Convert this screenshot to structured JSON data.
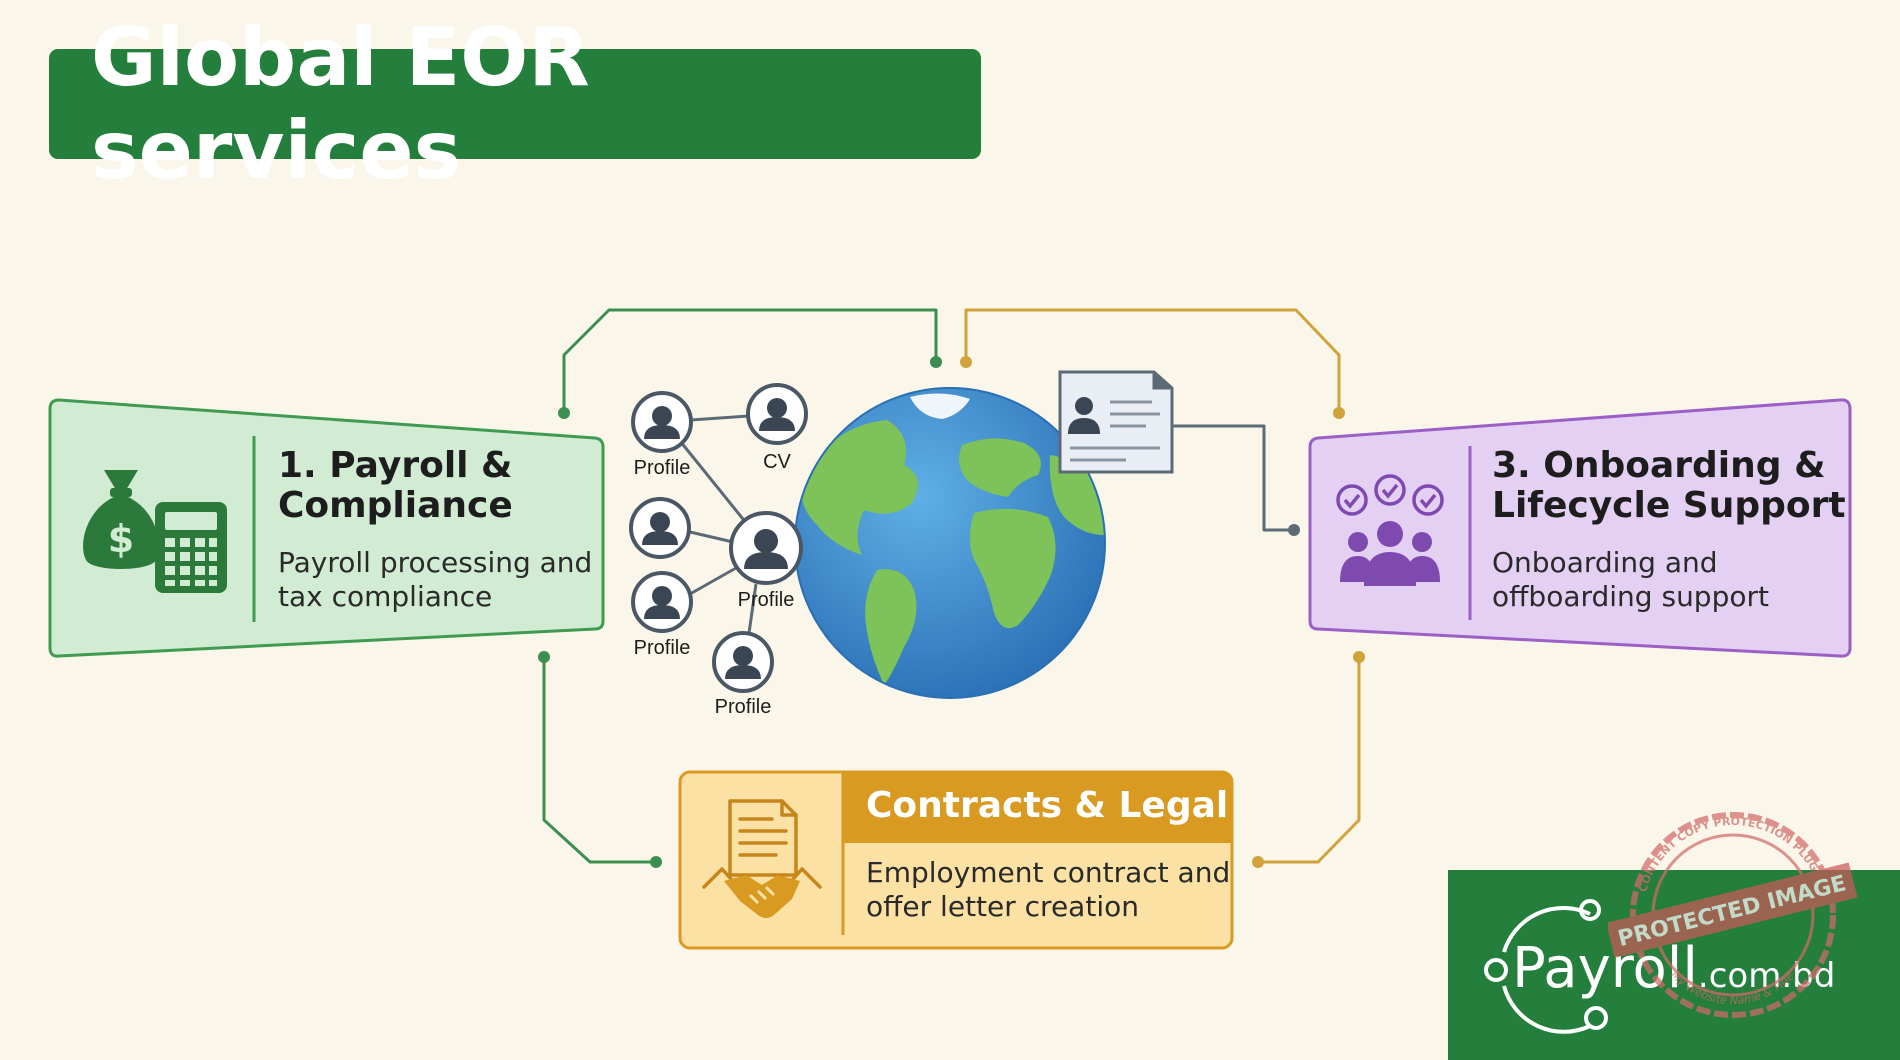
{
  "title": "Global EOR services",
  "cards": {
    "payroll": {
      "title_lines": [
        "1. Payroll &",
        "Compliance"
      ],
      "desc_lines": [
        "Payroll processing and",
        "tax compliance"
      ],
      "icons": [
        "money-bag-icon",
        "calculator-icon"
      ],
      "colors": {
        "fill": "#d2ecd3",
        "border": "#3f9a52"
      }
    },
    "onboarding": {
      "title_lines": [
        "3. Onboarding &",
        "Lifecycle Support"
      ],
      "desc_lines": [
        "Onboarding and",
        "offboarding support"
      ],
      "icons": [
        "team-check-icon"
      ],
      "colors": {
        "fill": "#e4d0f2",
        "border": "#9b5fc6"
      }
    },
    "contracts": {
      "title": "Contracts & Legal",
      "desc_lines": [
        "Employment contract and",
        "offer letter creation"
      ],
      "icons": [
        "handshake-contract-icon"
      ],
      "colors": {
        "fill": "#fbe2a4",
        "header": "#d99a22",
        "border": "#d99a22"
      }
    }
  },
  "network": {
    "nodes": [
      {
        "label": "Profile"
      },
      {
        "label": "CV"
      },
      {
        "label": ""
      },
      {
        "label": "Profile"
      },
      {
        "label": "Profile"
      },
      {
        "label": "Profile"
      }
    ]
  },
  "center": {
    "icons": [
      "globe-icon",
      "id-card-icon"
    ]
  },
  "brand": {
    "name": "Payroll",
    "domain": ".com.bd",
    "logo": "payroll-logo-icon",
    "watermark": {
      "lines": [
        "PROTECTED IMAGE",
        "CONTENT COPY PROTECTION PLUGIN",
        "My Website Name & Title"
      ],
      "icon": "protected-stamp-icon"
    }
  },
  "colors": {
    "background": "#faf7ea",
    "green": "#247f3d",
    "connector_green": "#3c8f50",
    "connector_gold": "#d1a23a",
    "connector_gray": "#5c6a76",
    "purple": "#7e4ab0"
  }
}
